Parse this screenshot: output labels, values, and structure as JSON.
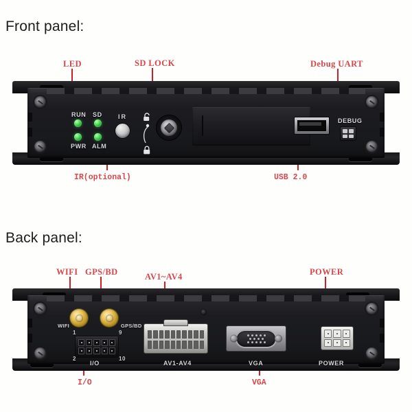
{
  "headings": {
    "front": "Front panel:",
    "back": "Back panel:"
  },
  "colors": {
    "callout_red": "#d7464b",
    "leader_red": "#cc2027",
    "heading": "#1d1d1d",
    "background": "#fefefd",
    "silkscreen": "#d8d8dc",
    "led_green": "#3ce65a",
    "sma_gold": "#e9c560"
  },
  "front_panel": {
    "callouts": [
      {
        "id": "led",
        "text": "LED"
      },
      {
        "id": "sd-lock",
        "text": "SD LOCK"
      },
      {
        "id": "debug-uart",
        "text": "Debug UART"
      },
      {
        "id": "ir",
        "text": "IR(optional)"
      },
      {
        "id": "usb",
        "text": "USB 2.0"
      }
    ],
    "silkscreen": {
      "run": "RUN",
      "sd": "SD",
      "pwr": "PWR",
      "alm": "ALM",
      "ir": "IR",
      "debug": "DEBUG"
    },
    "leds": [
      {
        "name": "run",
        "color": "green",
        "state": "on"
      },
      {
        "name": "sd",
        "color": "green",
        "state": "on"
      },
      {
        "name": "pwr",
        "color": "green",
        "state": "on"
      },
      {
        "name": "alm",
        "color": "green",
        "state": "on"
      }
    ],
    "lock_glyphs": {
      "unlocked": "⚿",
      "locked": "⚿"
    }
  },
  "back_panel": {
    "callouts": [
      {
        "id": "wifi",
        "text": "WIFI"
      },
      {
        "id": "gps-bd",
        "text": "GPS/BD"
      },
      {
        "id": "av",
        "text": "AV1~AV4"
      },
      {
        "id": "power",
        "text": "POWER"
      },
      {
        "id": "io",
        "text": "I/O"
      },
      {
        "id": "vga",
        "text": "VGA"
      }
    ],
    "silkscreen": {
      "wifi": "WIFI",
      "gps_bd": "GPS/BD",
      "io": "I/O",
      "av": "AV1-AV4",
      "vga": "VGA",
      "power": "POWER"
    },
    "io_pin_numbers": {
      "top_left": "1",
      "top_right": "9",
      "bottom_left": "2",
      "bottom_right": "10"
    }
  }
}
